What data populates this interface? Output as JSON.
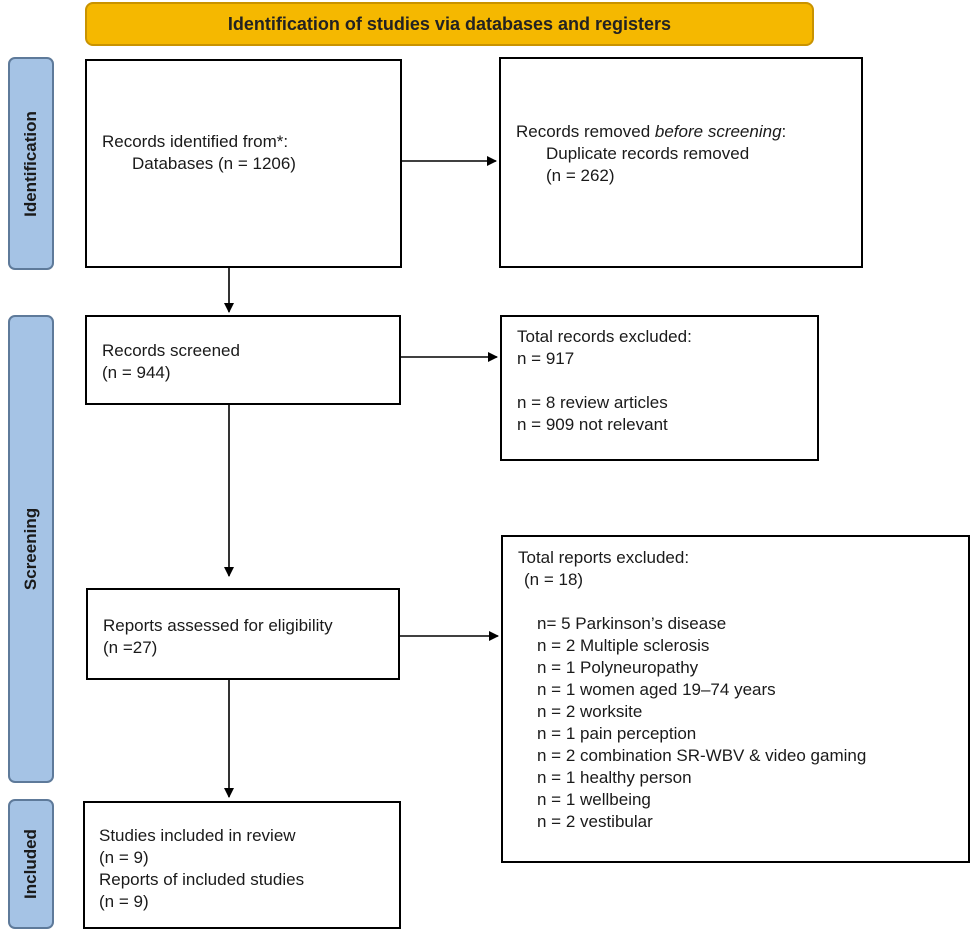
{
  "header": {
    "title": "Identification of studies via databases and registers"
  },
  "phases": {
    "identification": "Identification",
    "screening": "Screening",
    "included": "Included"
  },
  "identified": {
    "line1": "Records identified from*:",
    "line2": "Databases (n = 1206)"
  },
  "removed": {
    "prefix": "Records removed ",
    "emphasis": "before screening",
    "suffix": ":",
    "line2": "Duplicate records removed",
    "line3": "(n = 262)"
  },
  "screened": {
    "line1": "Records screened",
    "line2": "(n = 944)"
  },
  "records_excluded": {
    "line1": "Total records excluded:",
    "line2": "n = 917",
    "items": [
      "n = 8 review articles",
      "n = 909 not relevant"
    ]
  },
  "assessed": {
    "line1": "Reports assessed for eligibility",
    "line2": "(n =27)"
  },
  "reports_excluded": {
    "line1": "Total reports excluded:",
    "line2": "(n = 18)",
    "items": [
      "n= 5 Parkinson’s disease",
      "n = 2 Multiple sclerosis",
      "n = 1 Polyneuropathy",
      "n = 1 women aged 19–74 years",
      "n = 2 worksite",
      "n = 1 pain perception",
      "n = 2 combination SR-WBV & video gaming",
      "n = 1 healthy person",
      "n = 1 wellbeing",
      "n = 2 vestibular"
    ]
  },
  "included": {
    "line1": "Studies included in review",
    "line2": "(n = 9)",
    "line3": "Reports of included studies",
    "line4": "(n = 9)"
  }
}
